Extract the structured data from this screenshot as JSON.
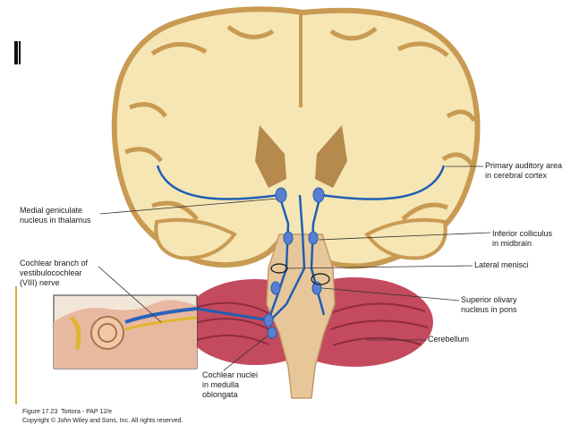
{
  "labels": {
    "primary_auditory": "Primary auditory area\nin cerebral cortex",
    "medial_geniculate": "Medial geniculate\nnucleus in thalamus",
    "cochlear_branch": "Cochlear branch of\nvestibulocochlear\n(VIII) nerve",
    "inferior_colliculus": "Inferior colliculus\nin midbrain",
    "lateral_menisci": "Lateral menisci",
    "superior_olivary": "Superior olivary\nnucleus in pons",
    "cerebellum": "Cerebellum",
    "cochlear_nuclei": "Cochlear nuclei\nin medulla\noblongata"
  },
  "caption": {
    "figure": "Figure 17.23  Tortora - PAP 12/e",
    "copyright": "Copyright © John Wiley and Sons, Inc. All rights reserved."
  },
  "colors": {
    "pathway": "#1f5fb4",
    "white_matter": "#f6e6b4",
    "gray_matter": "#c99a52",
    "cerebellum": "#c44a5e",
    "brainstem": "#e7c79a",
    "accent_bar": "#e0a93a"
  }
}
